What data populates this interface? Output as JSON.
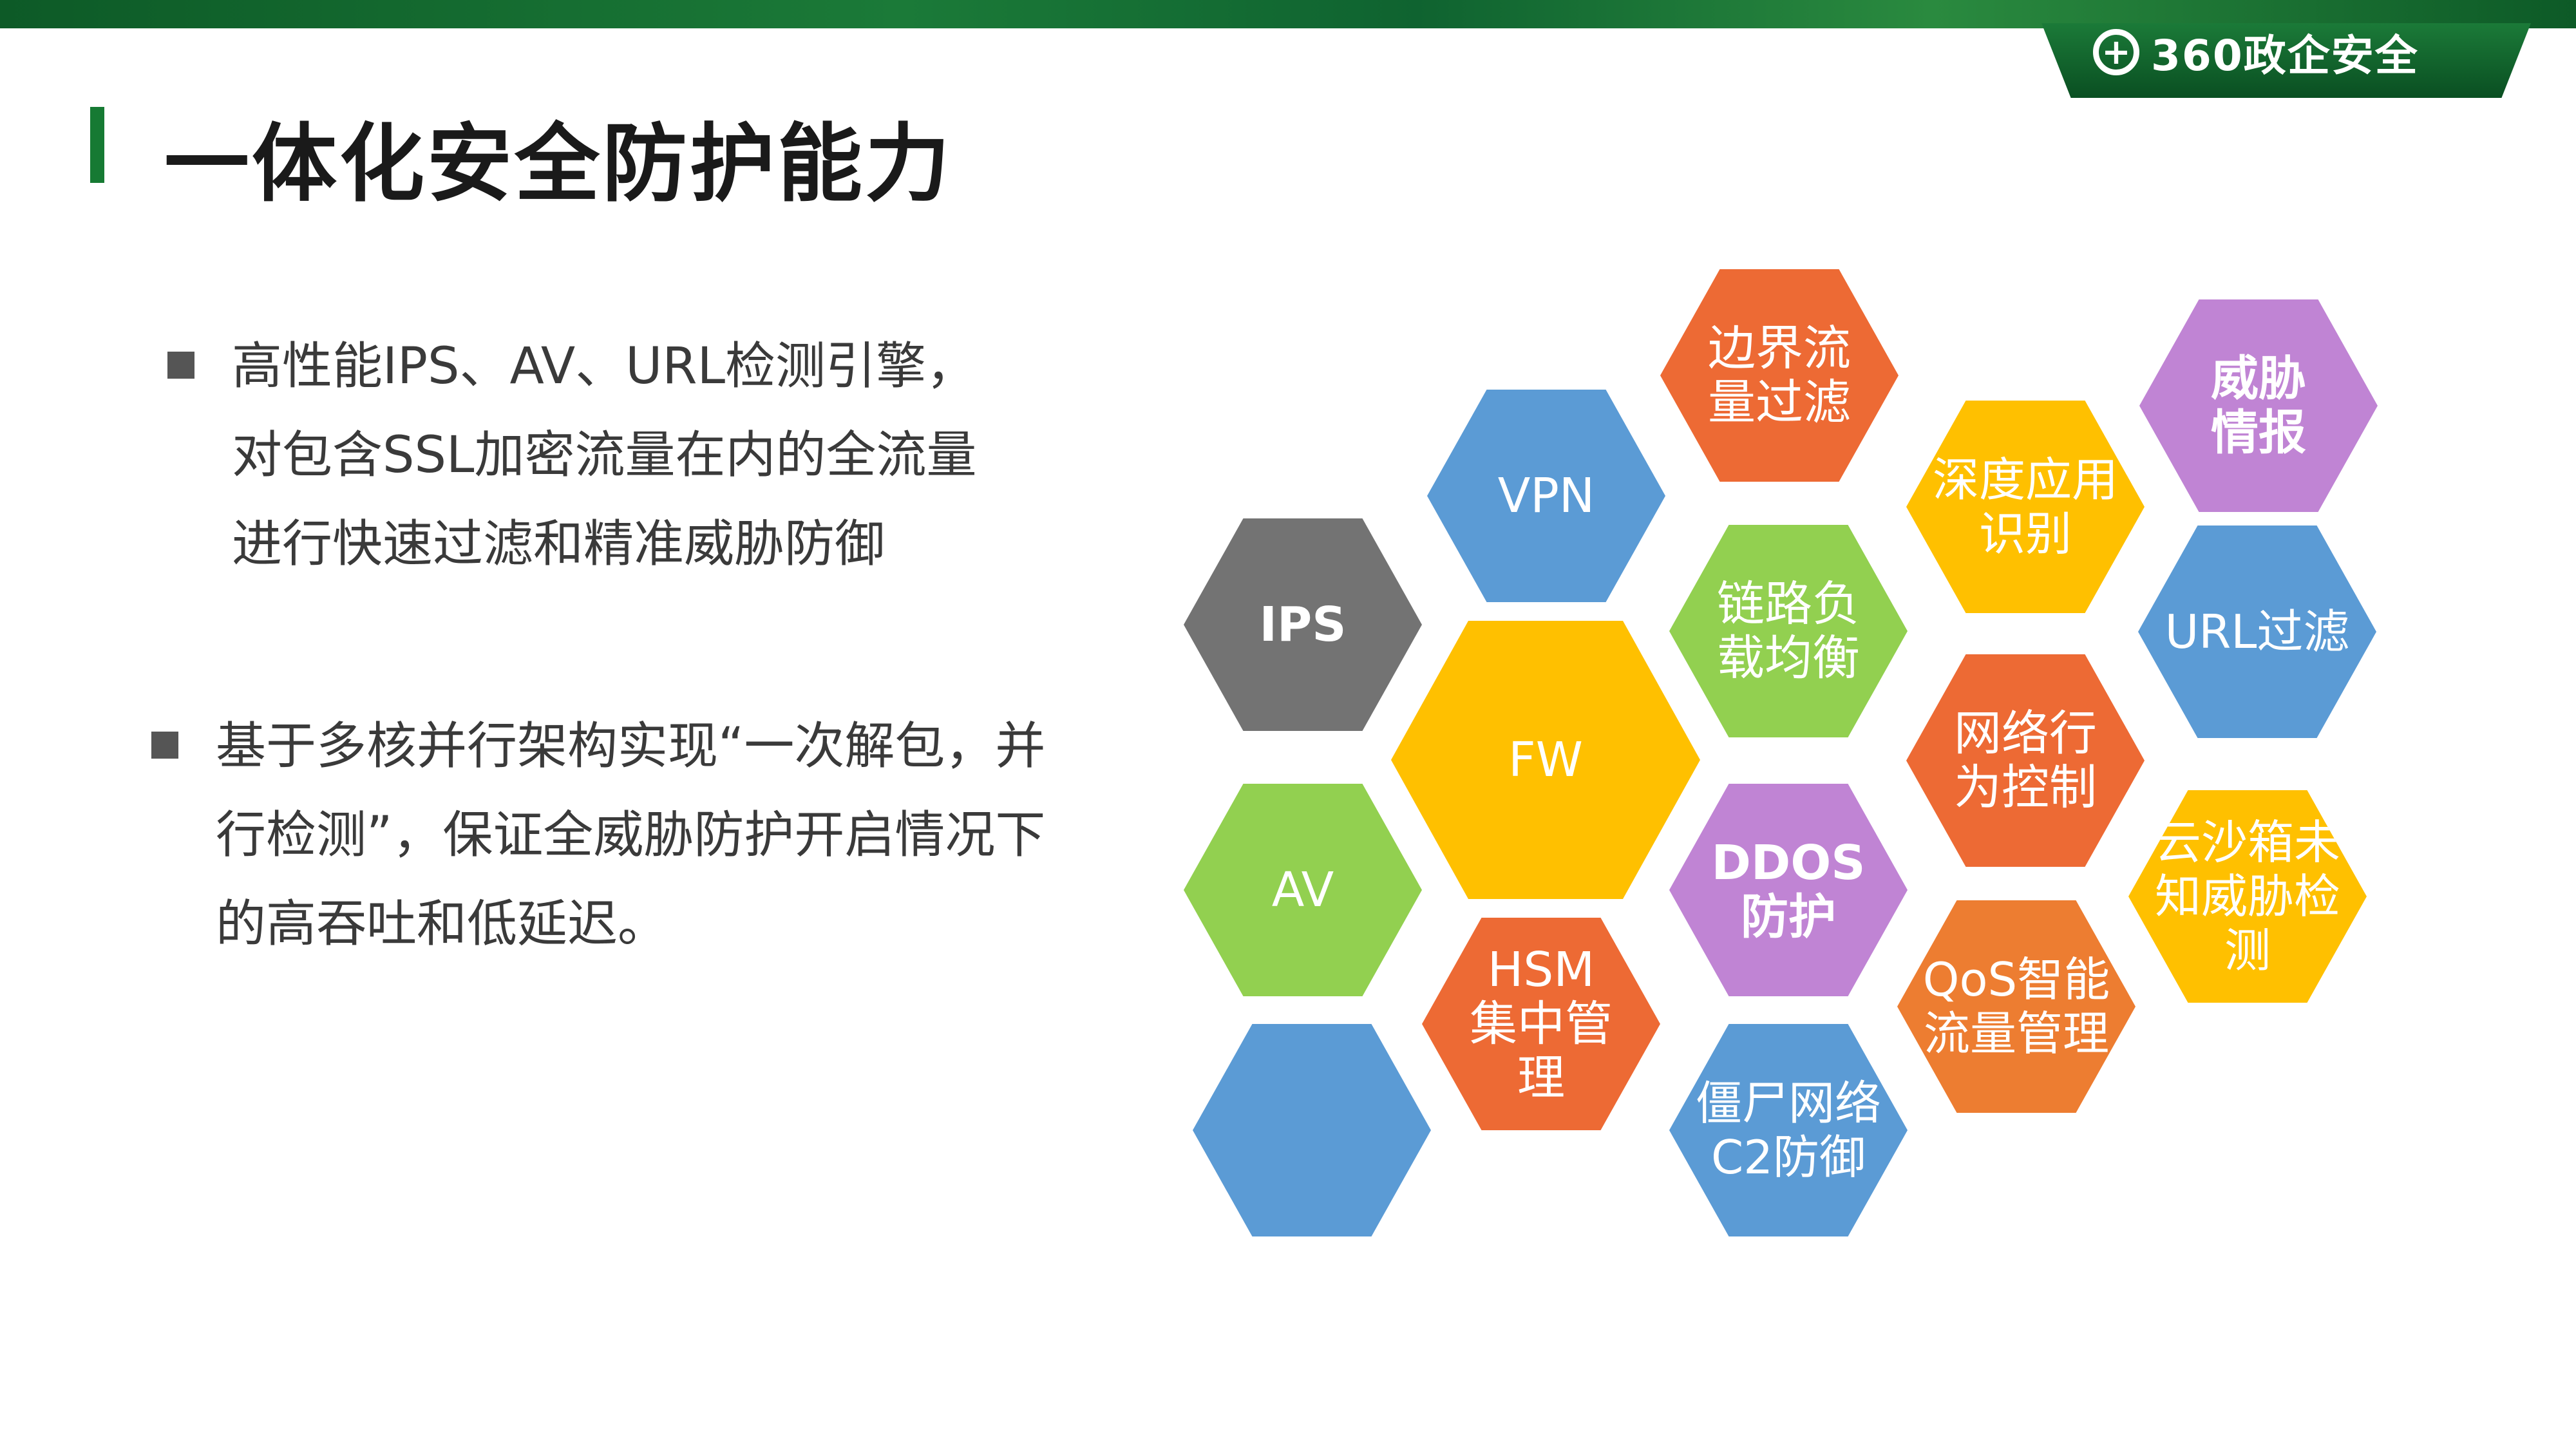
{
  "header": {
    "logo_text": "360政企安全",
    "logo_symbol": "+",
    "page_title": "一体化安全防护能力"
  },
  "bullets": [
    {
      "text": "高性能IPS、AV、URL检测引擎，对包含SSL加密流量在内的全流量进行快速过滤和精准威胁防御"
    },
    {
      "text": "基于多核并行架构实现“一次解包，并行检测”，保证全威胁防护开启情况下的高吞吐和低延迟。"
    }
  ],
  "colors": {
    "brand_green": "#167a33",
    "gray": "#737373",
    "yellow": "#ffc000",
    "green": "#92d050",
    "blue": "#5b9bd5",
    "orange": "#ed6a34",
    "purple": "#c084d4"
  },
  "hexagons": [
    {
      "label": "边界流\n量过滤",
      "color": "#ed6a34"
    },
    {
      "label": "威胁\n情报",
      "color": "#c084d4"
    },
    {
      "label": "VPN",
      "color": "#5b9bd5"
    },
    {
      "label": "深度应用\n识别",
      "color": "#ffc000"
    },
    {
      "label": "IPS",
      "color": "#737373"
    },
    {
      "label": "链路负\n载均衡",
      "color": "#92d050"
    },
    {
      "label": "URL过滤",
      "color": "#5b9bd5"
    },
    {
      "label": "FW",
      "color": "#ffc000"
    },
    {
      "label": "网络行\n为控制",
      "color": "#ed6a34"
    },
    {
      "label": "AV",
      "color": "#92d050"
    },
    {
      "label": "DDOS\n防护",
      "color": "#c084d4"
    },
    {
      "label": "云沙箱未\n知威胁检\n测",
      "color": "#ffc000"
    },
    {
      "label": "HSM\n集中管\n理",
      "color": "#ed6a34"
    },
    {
      "label": "QoS智能\n流量管理",
      "color": "#ed7d31"
    },
    {
      "label": "",
      "color": "#5b9bd5"
    },
    {
      "label": "僵尸网络\nC2防御",
      "color": "#5b9bd5"
    }
  ]
}
